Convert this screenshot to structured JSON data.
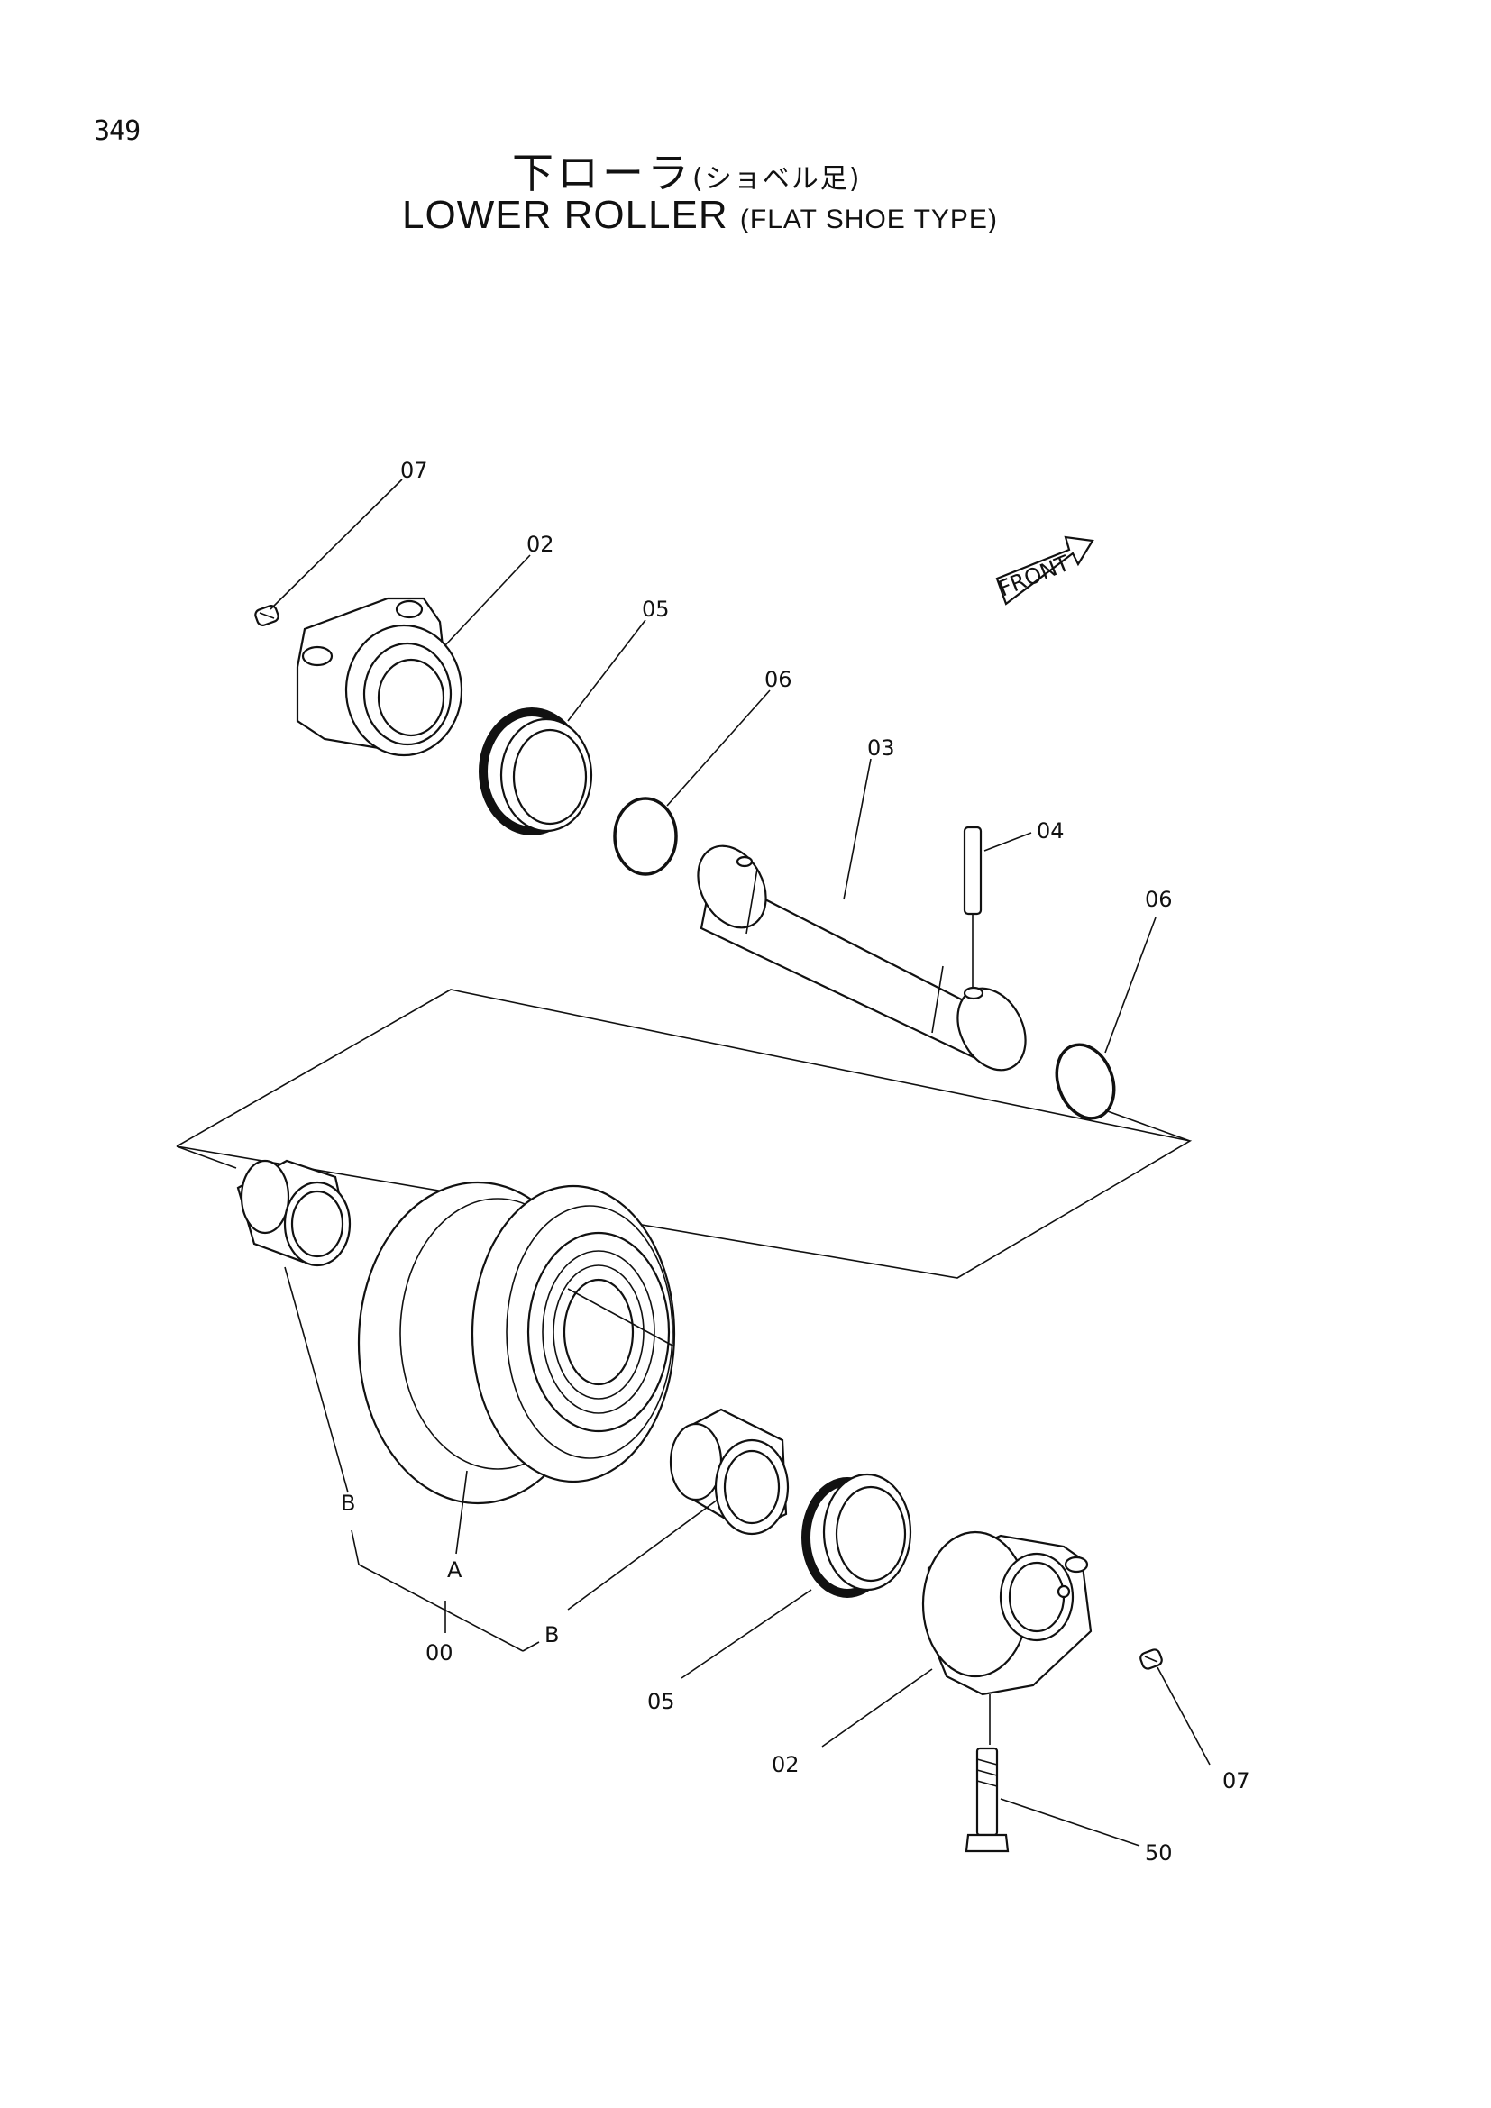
{
  "page_number": "349",
  "title": {
    "jp_main": "下ローラ",
    "jp_sub": "(ショベル足)",
    "en_main": "LOWER ROLLER",
    "en_sub": "(FLAT SHOE TYPE)"
  },
  "front_marker": "FRONT",
  "callouts": {
    "c00": "00",
    "c02_top": "02",
    "c02_bottom": "02",
    "c03": "03",
    "c04": "04",
    "c05_top": "05",
    "c05_bottom": "05",
    "c06_top": "06",
    "c06_right": "06",
    "c07_top": "07",
    "c07_bottom": "07",
    "c50": "50",
    "cA": "A",
    "cB_left": "B",
    "cB_bottom": "B"
  }
}
